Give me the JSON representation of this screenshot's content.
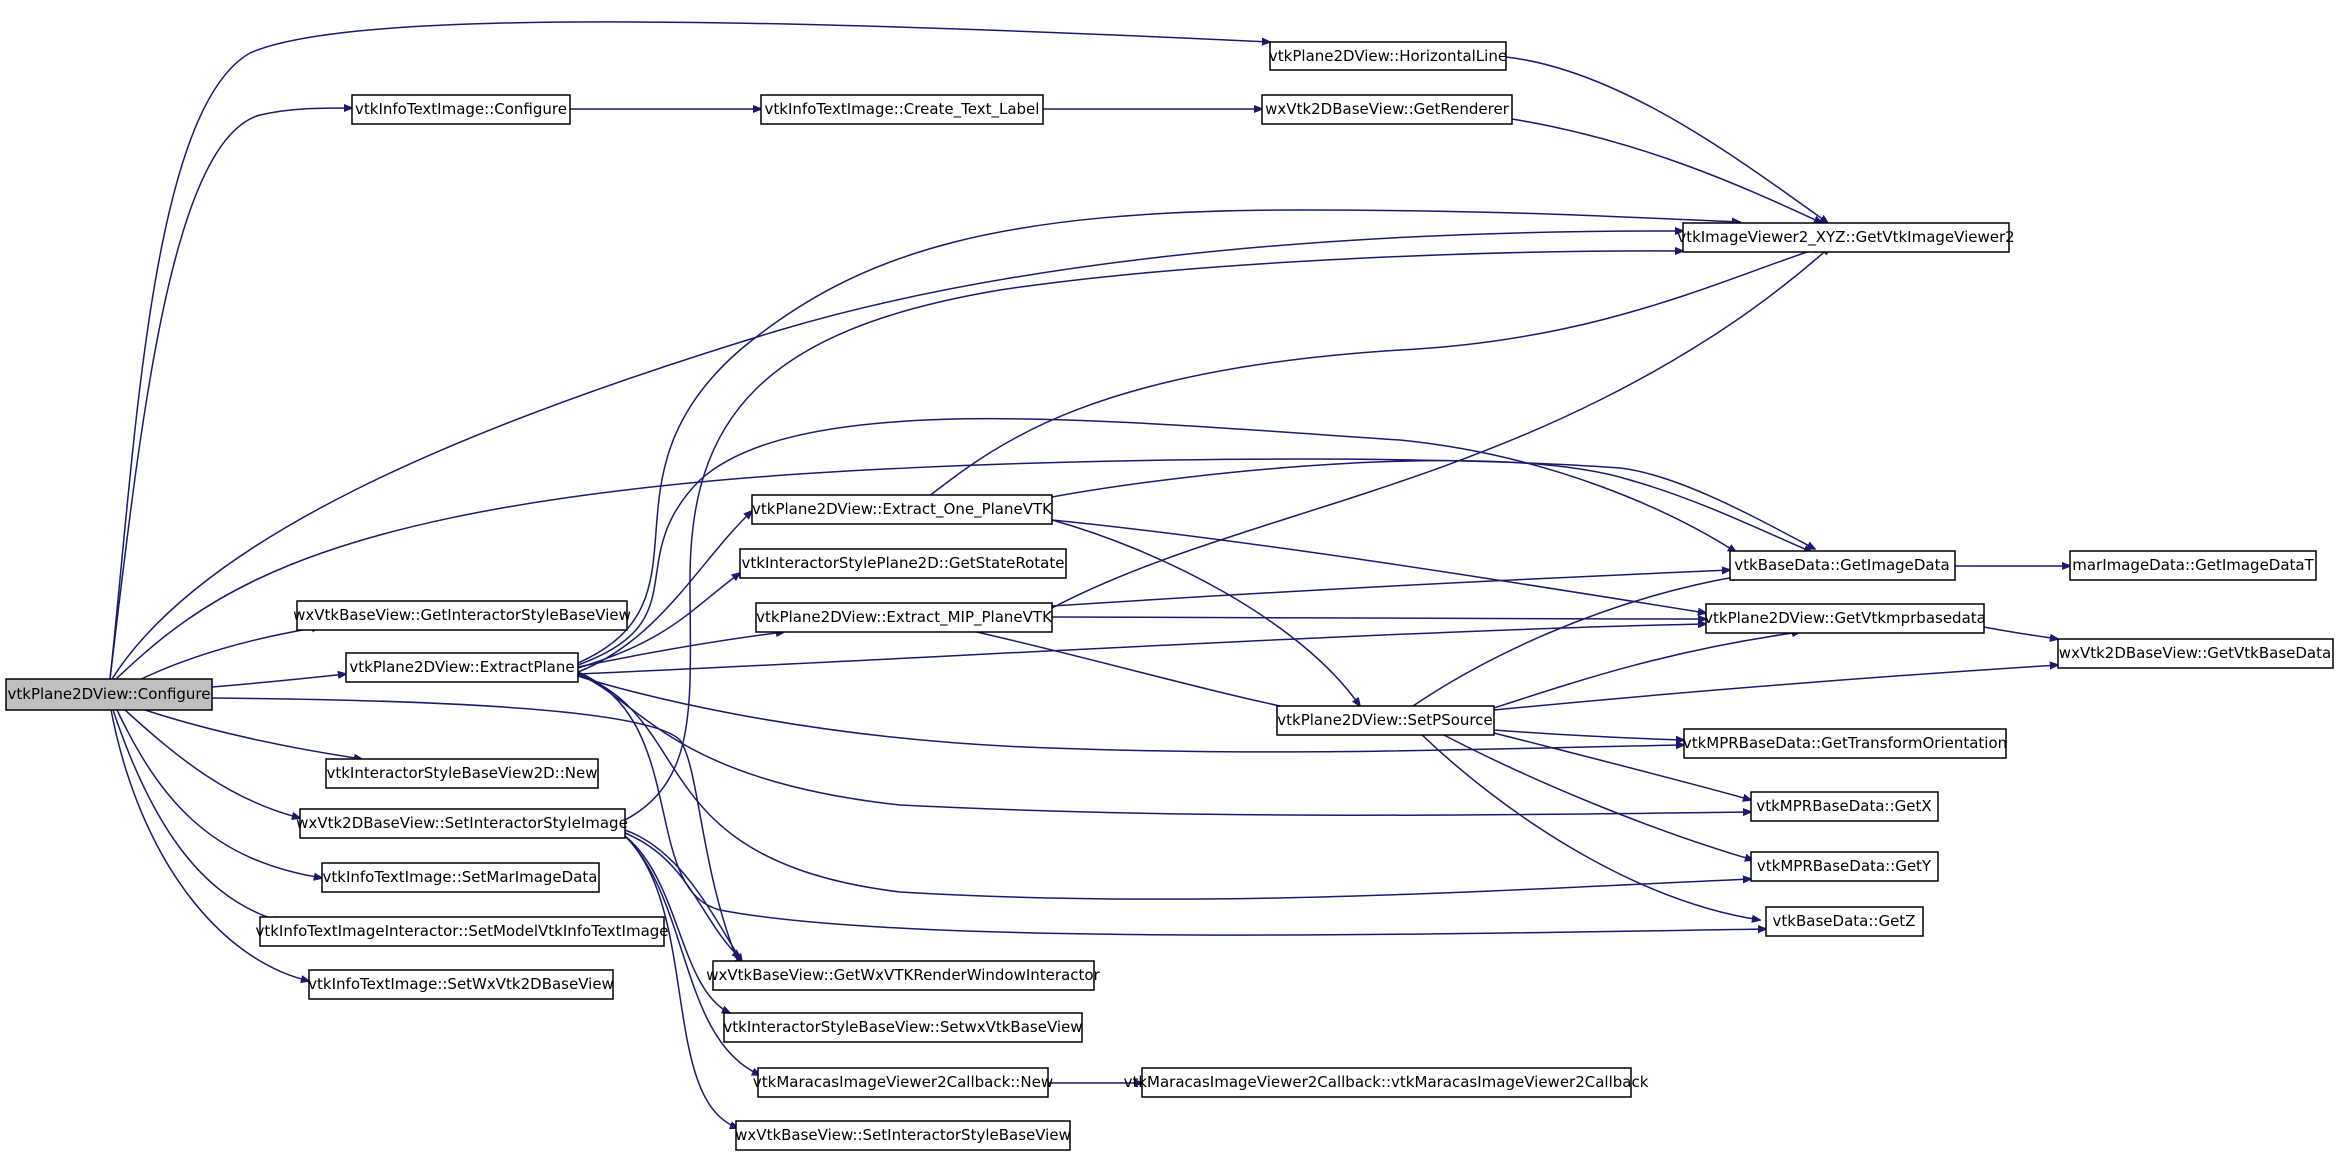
{
  "graph": {
    "edge_color": "#191970",
    "root_fill": "#bfbfbf",
    "nodes": [
      {
        "id": "root",
        "label": "vtkPlane2DView::Configure",
        "root": true
      },
      {
        "id": "hline",
        "label": "vtkPlane2DView::HorizontalLine"
      },
      {
        "id": "itiConf",
        "label": "vtkInfoTextImage::Configure"
      },
      {
        "id": "ctl",
        "label": "vtkInfoTextImage::Create_Text_Label"
      },
      {
        "id": "getRend",
        "label": "wxVtk2DBaseView::GetRenderer"
      },
      {
        "id": "getViewer",
        "label": "vtkImageViewer2_XYZ::GetVtkImageViewer2"
      },
      {
        "id": "eop",
        "label": "vtkPlane2DView::Extract_One_PlaneVTK"
      },
      {
        "id": "gsr",
        "label": "vtkInteractorStylePlane2D::GetStateRotate"
      },
      {
        "id": "gisbv",
        "label": "wxVtkBaseView::GetInteractorStyleBaseView"
      },
      {
        "id": "emip",
        "label": "vtkPlane2DView::Extract_MIP_PlaneVTK"
      },
      {
        "id": "ep",
        "label": "vtkPlane2DView::ExtractPlane"
      },
      {
        "id": "gid",
        "label": "vtkBaseData::GetImageData"
      },
      {
        "id": "gidt",
        "label": "marImageData::GetImageDataT"
      },
      {
        "id": "gvmbd",
        "label": "vtkPlane2DView::GetVtkmprbasedata"
      },
      {
        "id": "gvbd",
        "label": "wxVtk2DBaseView::GetVtkBaseData"
      },
      {
        "id": "sps",
        "label": "vtkPlane2DView::SetPSource"
      },
      {
        "id": "gto",
        "label": "vtkMPRBaseData::GetTransformOrientation"
      },
      {
        "id": "isnew",
        "label": "vtkInteractorStyleBaseView2D::New"
      },
      {
        "id": "sisi",
        "label": "wxVtk2DBaseView::SetInteractorStyleImage"
      },
      {
        "id": "getx",
        "label": "vtkMPRBaseData::GetX"
      },
      {
        "id": "smid",
        "label": "vtkInfoTextImage::SetMarImageData"
      },
      {
        "id": "gety",
        "label": "vtkMPRBaseData::GetY"
      },
      {
        "id": "smvti",
        "label": "vtkInfoTextImageInteractor::SetModelVtkInfoTextImage"
      },
      {
        "id": "getz",
        "label": "vtkBaseData::GetZ"
      },
      {
        "id": "gwxrwi",
        "label": "wxVtkBaseView::GetWxVTKRenderWindowInteractor"
      },
      {
        "id": "swx2d",
        "label": "vtkInfoTextImage::SetWxVtk2DBaseView"
      },
      {
        "id": "ssbv",
        "label": "vtkInteractorStyleBaseView::SetwxVtkBaseView"
      },
      {
        "id": "cbnew",
        "label": "vtkMaracasImageViewer2Callback::New"
      },
      {
        "id": "cbctor",
        "label": "vtkMaracasImageViewer2Callback::vtkMaracasImageViewer2Callback"
      },
      {
        "id": "sisbv",
        "label": "wxVtkBaseView::SetInteractorStyleBaseView"
      }
    ]
  }
}
